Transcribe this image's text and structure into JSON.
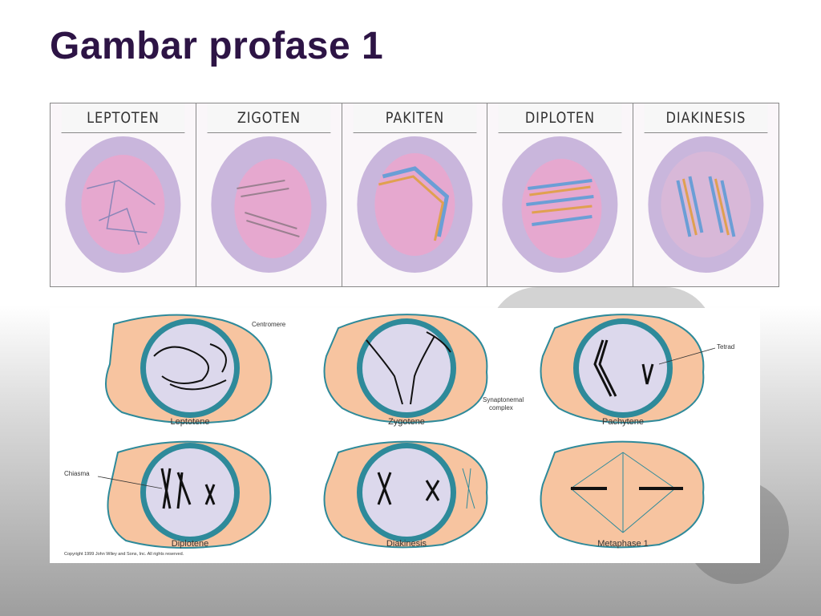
{
  "slide": {
    "title": "Gambar profase 1"
  },
  "top_strip": {
    "panels": [
      "LEPTOTEN",
      "ZIGOTEN",
      "PAKITEN",
      "DIPLOTEN",
      "DIAKINESIS"
    ]
  },
  "bottom_diagram": {
    "cells": [
      "Leptotene",
      "Zygotene",
      "Pachytene",
      "Diplotene",
      "Diakinesis",
      "Metaphase 1"
    ],
    "annotations": {
      "centromere": "Centromere",
      "tetrad": "Tetrad",
      "synaptonemal_1": "Synaptonemal",
      "synaptonemal_2": "complex",
      "chiasma": "Chiasma"
    },
    "copyright": "Copyright 1999 John Wiley and Sons, Inc. All rights reserved."
  },
  "colors": {
    "title": "#2d1445",
    "cytoplasm": "#f7c4a0",
    "nuclear_envelope": "#2e8a9a",
    "nucleus": "#dcd8ec"
  }
}
